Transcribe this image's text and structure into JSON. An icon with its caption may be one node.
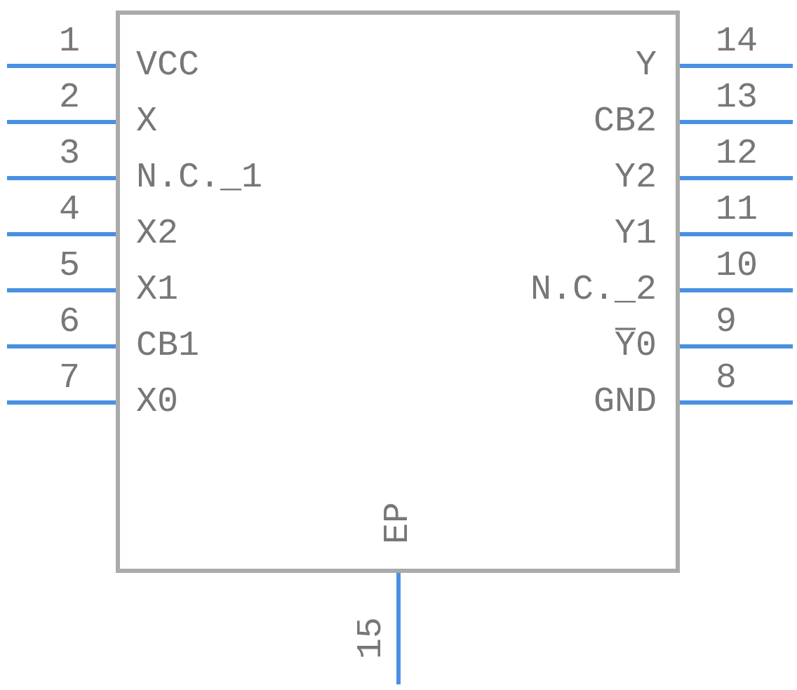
{
  "diagram": {
    "nodes": [
      {
        "text": [],
        "shape": "box"
      }
    ],
    "edges": [],
    "labels": [
      "1",
      "VCC",
      "2",
      "X",
      "3",
      "N.C._1",
      "4",
      "X2",
      "5",
      "X1",
      "6",
      "CB1",
      "7",
      "X0",
      "14",
      "Y",
      "13",
      "CB2",
      "12",
      "Y2",
      "11",
      "Y1",
      "10",
      "N.C._2",
      "9",
      "Y̅0",
      "8",
      "GND",
      "EP",
      "15"
    ]
  }
}
